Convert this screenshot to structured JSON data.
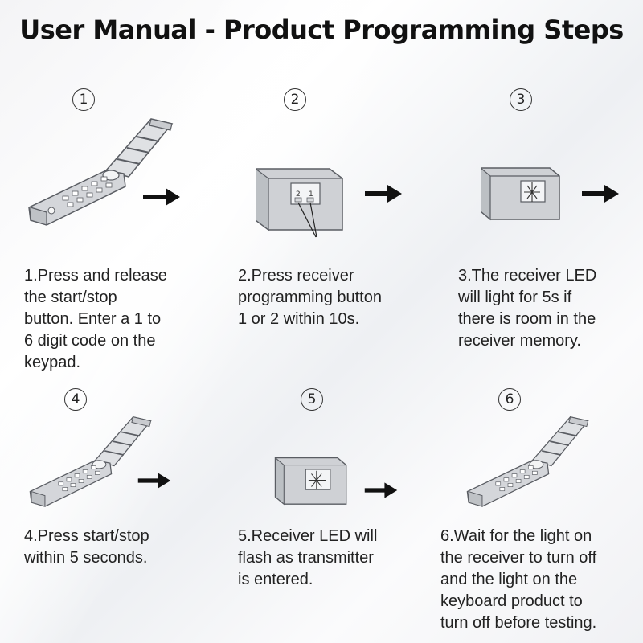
{
  "title": "User Manual - Product Programming Steps",
  "steps": [
    {
      "number": "1",
      "text_lines": [
        "1.Press and release",
        "the start/stop",
        "button. Enter a 1 to",
        "6 digit code on the",
        "keypad."
      ]
    },
    {
      "number": "2",
      "text_lines": [
        "2.Press receiver",
        "programming button",
        "1 or 2 within 10s."
      ]
    },
    {
      "number": "3",
      "text_lines": [
        "3.The receiver LED",
        "will light for 5s if",
        "there is room in the",
        "receiver memory."
      ]
    },
    {
      "number": "4",
      "text_lines": [
        "4.Press start/stop",
        "within 5 seconds."
      ]
    },
    {
      "number": "5",
      "text_lines": [
        "5.Receiver LED will",
        "flash as transmitter",
        "is entered."
      ]
    },
    {
      "number": "6",
      "text_lines": [
        "6.Wait for the light on",
        "the receiver to turn off",
        "and the light on the",
        "keyboard product to",
        "turn off before testing."
      ]
    }
  ],
  "receiver_button_labels": [
    "2",
    "1"
  ],
  "colors": {
    "device_fill": "#d4d6da",
    "device_stroke": "#5a5d63",
    "arrow": "#111111",
    "text": "#222222"
  }
}
